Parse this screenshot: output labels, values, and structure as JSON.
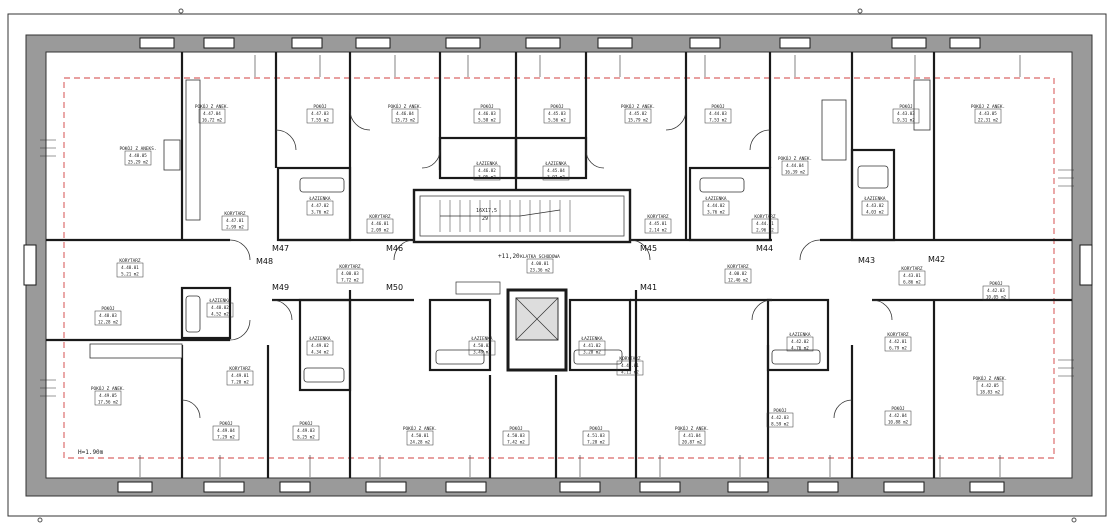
{
  "plan": {
    "height_note": "H=1.90m",
    "elevation": "+11,20",
    "stair_spec": "16X17,5",
    "stair_spec_sub": "29"
  },
  "units": [
    {
      "id": "M42",
      "label": "M42"
    },
    {
      "id": "M43",
      "label": "M43"
    },
    {
      "id": "M44",
      "label": "M44"
    },
    {
      "id": "M45",
      "label": "M45"
    },
    {
      "id": "M46",
      "label": "M46"
    },
    {
      "id": "M47",
      "label": "M47"
    },
    {
      "id": "M48",
      "label": "M48"
    },
    {
      "id": "M49",
      "label": "M49"
    },
    {
      "id": "M50",
      "label": "M50"
    },
    {
      "id": "M41",
      "label": "M41"
    }
  ],
  "rooms": [
    {
      "name": "POKÓJ Z ANEKS.",
      "code": "4.48.05",
      "area": "25,29 m2"
    },
    {
      "name": "POKÓJ Z ANEK.",
      "code": "4.47.04",
      "area": "16,72 m2"
    },
    {
      "name": "POKÓJ",
      "code": "4.47.03",
      "area": "7,55 m2"
    },
    {
      "name": "POKÓJ Z ANEK.",
      "code": "4.46.04",
      "area": "15,73 m2"
    },
    {
      "name": "POKÓJ",
      "code": "4.46.03",
      "area": "5,58 m2"
    },
    {
      "name": "POKÓJ",
      "code": "4.45.03",
      "area": "5,56 m2"
    },
    {
      "name": "POKÓJ Z ANEK.",
      "code": "4.45.02",
      "area": "15,79 m2"
    },
    {
      "name": "POKÓJ",
      "code": "4.44.03",
      "area": "7,53 m2"
    },
    {
      "name": "POKÓJ",
      "code": "4.43.03",
      "area": "9,31 m2"
    },
    {
      "name": "POKÓJ Z ANEK.",
      "code": "4.43.05",
      "area": "22,31 m2"
    },
    {
      "name": "ŁAZIENKA",
      "code": "4.46.02",
      "area": "3,95 m2"
    },
    {
      "name": "ŁAZIENKA",
      "code": "4.45.04",
      "area": "3,97 m2"
    },
    {
      "name": "POKÓJ Z ANEK.",
      "code": "4.44.04",
      "area": "16,39 m2"
    },
    {
      "name": "ŁAZIENKA",
      "code": "4.47.02",
      "area": "3,76 m2"
    },
    {
      "name": "KORYTARZ",
      "code": "4.47.01",
      "area": "2,99 m2"
    },
    {
      "name": "KORYTARZ",
      "code": "4.46.01",
      "area": "2,09 m2"
    },
    {
      "name": "KORYTARZ",
      "code": "4.45.01",
      "area": "2,14 m2"
    },
    {
      "name": "ŁAZIENKA",
      "code": "4.44.02",
      "area": "3,76 m2"
    },
    {
      "name": "KORYTARZ",
      "code": "4.44.01",
      "area": "2,96 m2"
    },
    {
      "name": "ŁAZIENKA",
      "code": "4.43.02",
      "area": "4,03 m2"
    },
    {
      "name": "KORYTARZ",
      "code": "4.48.01",
      "area": "5,21 m2"
    },
    {
      "name": "KORYTARZ",
      "code": "4.00.03",
      "area": "7,72 m2"
    },
    {
      "name": "KLATKA SCHODOWA",
      "code": "4.00.01",
      "area": "23,36 m2"
    },
    {
      "name": "KORYTARZ",
      "code": "4.00.02",
      "area": "12,46 m2"
    },
    {
      "name": "KORYTARZ",
      "code": "4.43.01",
      "area": "6,86 m2"
    },
    {
      "name": "POKÓJ",
      "code": "4.42.03",
      "area": "10,05 m2"
    },
    {
      "name": "POKÓJ",
      "code": "4.48.03",
      "area": "12,28 m2"
    },
    {
      "name": "ŁAZIENKA",
      "code": "4.48.02",
      "area": "4,52 m2"
    },
    {
      "name": "ŁAZIENKA",
      "code": "4.49.02",
      "area": "4,34 m2"
    },
    {
      "name": "ŁAZIENKA",
      "code": "4.50.02",
      "area": "3,49 m2"
    },
    {
      "name": "ŁAZIENKA",
      "code": "4.41.02",
      "area": "3,28 m2"
    },
    {
      "name": "KORYTARZ",
      "code": "4.41.01",
      "area": "4,11 m2"
    },
    {
      "name": "ŁAZIENKA",
      "code": "4.42.02",
      "area": "4,76 m2"
    },
    {
      "name": "KORYTARZ",
      "code": "4.42.01",
      "area": "6,79 m2"
    },
    {
      "name": "KORYTARZ",
      "code": "4.49.01",
      "area": "7,28 m2"
    },
    {
      "name": "POKÓJ Z ANEK.",
      "code": "4.49.05",
      "area": "17,56 m2"
    },
    {
      "name": "POKÓJ",
      "code": "4.49.04",
      "area": "7,29 m2"
    },
    {
      "name": "POKÓJ",
      "code": "4.49.03",
      "area": "8,25 m2"
    },
    {
      "name": "POKÓJ Z ANEK.",
      "code": "4.50.01",
      "area": "24,28 m2"
    },
    {
      "name": "POKÓJ",
      "code": "4.50.03",
      "area": "7,42 m2"
    },
    {
      "name": "POKÓJ",
      "code": "4.51.03",
      "area": "7,28 m2"
    },
    {
      "name": "POKÓJ Z ANEK.",
      "code": "4.41.04",
      "area": "20,87 m2"
    },
    {
      "name": "POKÓJ",
      "code": "4.42.03",
      "area": "8,59 m2"
    },
    {
      "name": "POKÓJ",
      "code": "4.42.04",
      "area": "10,88 m2"
    },
    {
      "name": "POKÓJ Z ANEK.",
      "code": "4.42.05",
      "area": "18,83 m2"
    }
  ],
  "colors": {
    "wall": "#1a1a1a",
    "roof_band": "#9a9a9a",
    "dashed_line": "#d04040",
    "fill_floor": "#ffffff"
  }
}
